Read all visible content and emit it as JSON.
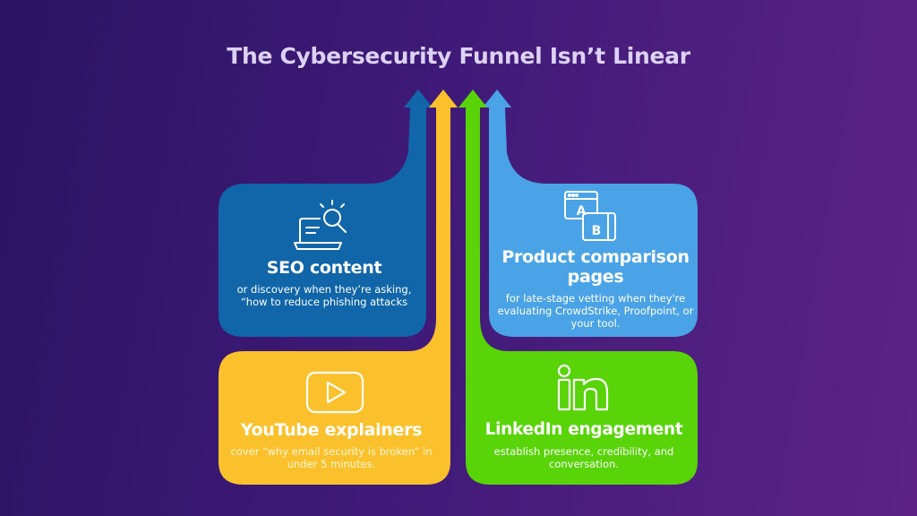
{
  "title": "The Cybersecurity Funnel Isn’t Linear",
  "colors": {
    "seo": "#1166a9",
    "comparison": "#4aa3e6",
    "youtube": "#fbc12c",
    "linkedin": "#58d409",
    "background": "#3a1872"
  },
  "cards": [
    {
      "key": "seo",
      "heading": "SEO content",
      "description": "or discovery when they’re asking, “how to reduce phishing attacks",
      "icon": "laptop-search-icon"
    },
    {
      "key": "comparison",
      "heading": "Product comparison pages",
      "description": "for late-stage vetting when they're evaluating CrowdStrike, Proofpoint, or your tool.",
      "icon": "ab-test-icon",
      "icon_labels": [
        "A",
        "B"
      ]
    },
    {
      "key": "youtube",
      "heading": "YouTube explainers",
      "description": "cover “why email security is broken” in under 5 minutes.",
      "icon": "play-button-icon"
    },
    {
      "key": "linkedin",
      "heading": "LinkedIn engagement",
      "description": "establish presence, credibility, and conversation.",
      "icon": "linkedin-logo-icon"
    }
  ]
}
